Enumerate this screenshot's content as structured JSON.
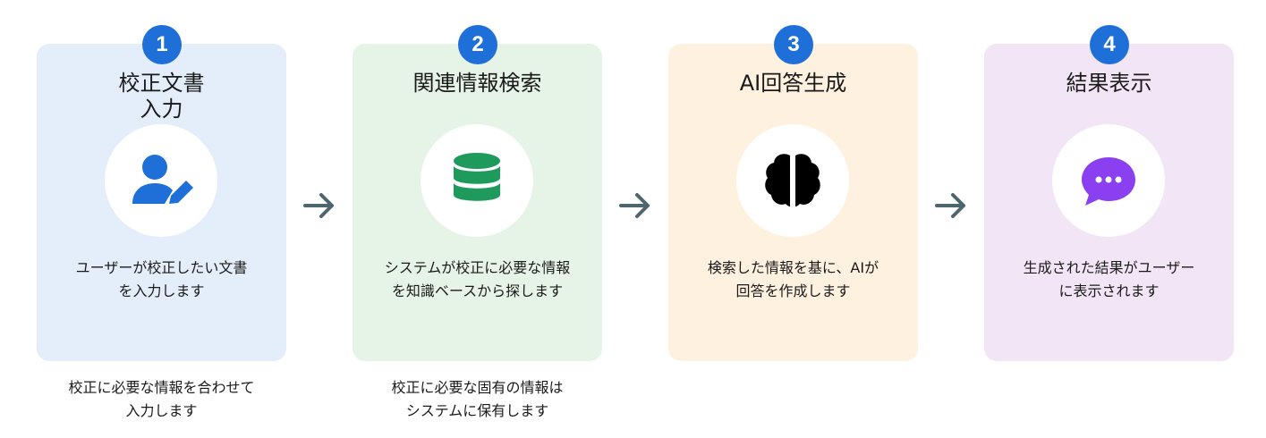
{
  "steps": [
    {
      "number": "1",
      "title": "校正文書\n入力",
      "description": "ユーザーが校正したい文書\nを入力します",
      "icon": "user-edit-icon",
      "bg_color": "#e3eefa",
      "icon_color": "#1f6fd9"
    },
    {
      "number": "2",
      "title": "関連情報検索",
      "description": "システムが校正に必要な情報\nを知識ベースから探します",
      "icon": "database-icon",
      "bg_color": "#e6f3e7",
      "icon_color": "#1e9a5c"
    },
    {
      "number": "3",
      "title": "AI回答生成",
      "description": "検索した情報を基に、AIが\n回答を作成します",
      "icon": "brain-icon",
      "bg_color": "#fff1df",
      "icon_color": "#000000"
    },
    {
      "number": "4",
      "title": "結果表示",
      "description": "生成された結果がユーザー\nに表示されます",
      "icon": "chat-bubble-icon",
      "bg_color": "#f2e5f5",
      "icon_color": "#8a3ff0"
    }
  ],
  "notes": {
    "step1": "校正に必要な情報を合わせて\n入力します",
    "step2": "校正に必要な固有の情報は\nシステムに保有します"
  },
  "colors": {
    "badge": "#1f6fd9",
    "arrow": "#4e6670"
  }
}
